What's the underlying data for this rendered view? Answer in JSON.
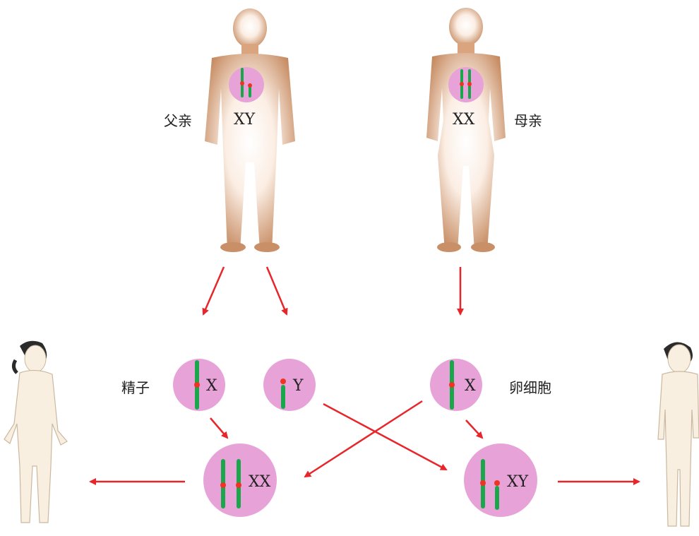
{
  "labels": {
    "father": "父亲",
    "mother": "母亲",
    "sperm": "精子",
    "egg": "卵细胞",
    "father_genotype": "XY",
    "mother_genotype": "XX",
    "sperm_x": "X",
    "sperm_y": "Y",
    "egg_x": "X",
    "zygote_girl": "XX",
    "zygote_boy": "XY"
  },
  "colors": {
    "cell": "#e7a3d8",
    "chromosome": "#1aa64a",
    "centromere": "#ee3322",
    "arrow": "#e8262a",
    "skin": "#c98f66",
    "child_skin": "#f8efe0"
  },
  "icons": {
    "father": "adult-man-silhouette",
    "mother": "adult-woman-silhouette",
    "daughter": "girl-figure",
    "son": "boy-figure"
  }
}
